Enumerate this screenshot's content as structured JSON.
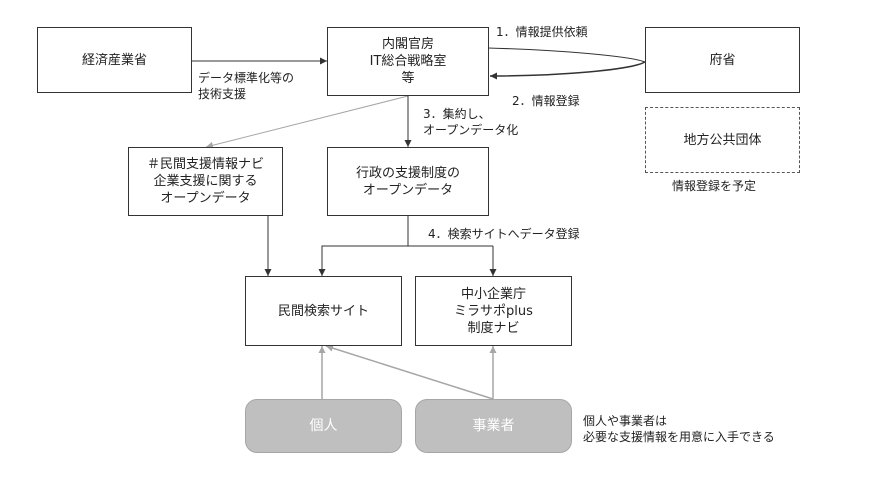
{
  "boxes": {
    "meti": {
      "lines": [
        "経済産業省"
      ]
    },
    "cabinet": {
      "lines": [
        "内閣官房",
        "IT総合戦略室",
        "等"
      ]
    },
    "ministries": {
      "lines": [
        "府省"
      ]
    },
    "local_gov": {
      "lines": [
        "地方公共団体"
      ]
    },
    "private_info": {
      "lines": [
        "＃民間支援情報ナビ",
        "企業支援に関する",
        "オープンデータ"
      ]
    },
    "admin_support": {
      "lines": [
        "行政の支援制度の",
        "オープンデータ"
      ]
    },
    "private_search": {
      "lines": [
        "民間検索サイト"
      ]
    },
    "sme_agency": {
      "lines": [
        "中小企業庁",
        "ミラサポplus",
        "制度ナビ"
      ]
    },
    "individual": {
      "lines": [
        "個人"
      ]
    },
    "business": {
      "lines": [
        "事業者"
      ]
    }
  },
  "labels": {
    "tech_support": [
      "データ標準化等の",
      "技術支援"
    ],
    "step1": "1．情報提供依頼",
    "step2": "2．情報登録",
    "step3": [
      "3．集約し、",
      "オープンデータ化"
    ],
    "step4": "4．検索サイトへデータ登録",
    "local_note": "情報登録を予定",
    "user_note": [
      "個人や事業者は",
      "必要な支援情報を用意に入手できる"
    ]
  },
  "colors": {
    "line_dark": "#333333",
    "line_gray": "#a6a6a6",
    "user_box_fill": "#bfbfbf"
  }
}
